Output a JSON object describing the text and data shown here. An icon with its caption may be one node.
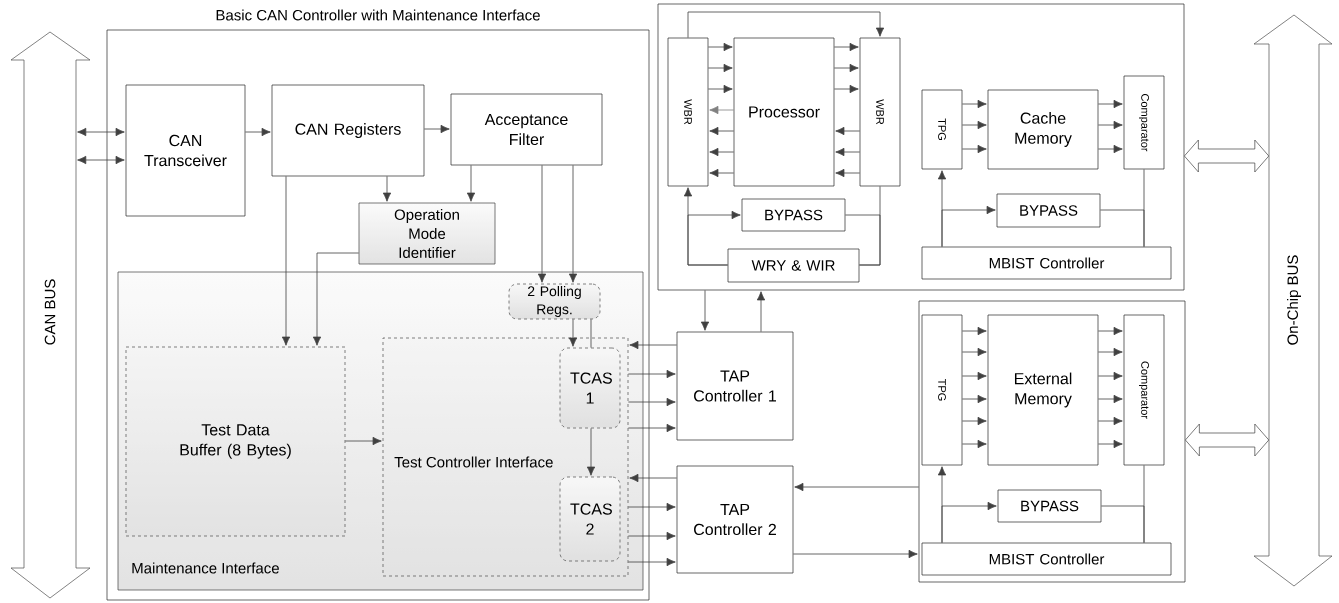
{
  "diagram": {
    "nodes": [
      {
        "text": [
          "CAN BUS"
        ]
      },
      {
        "text": [
          "Basic CAN Controller with Maintenance Interface"
        ]
      },
      {
        "text": [
          "CAN Transceiver"
        ],
        "in": 1
      },
      {
        "text": [
          "CAN Registers"
        ],
        "in": 1
      },
      {
        "text": [
          "Acceptance Filter"
        ],
        "in": 1
      },
      {
        "text": [
          "Operation Mode Identifier"
        ],
        "in": 1
      },
      {
        "text": [
          "Maintenance Interface"
        ],
        "in": 1
      },
      {
        "text": [
          "2 Polling Regs."
        ],
        "in": 6
      },
      {
        "text": [
          "Test Data Buffer (8 Bytes)"
        ],
        "in": 6
      },
      {
        "text": [
          "Test Controller Interface"
        ],
        "in": 6
      },
      {
        "text": [
          "TCAS 1"
        ],
        "in": 9
      },
      {
        "text": [
          "TCAS 2"
        ],
        "in": 9
      },
      {
        "text": [],
        "shape": "box"
      },
      {
        "text": [
          "WBR"
        ],
        "in": 12
      },
      {
        "text": [
          "Processor"
        ],
        "in": 12
      },
      {
        "text": [
          "WBR"
        ],
        "in": 12
      },
      {
        "text": [
          "BYPASS"
        ],
        "in": 12
      },
      {
        "text": [
          "WRY & WIR"
        ],
        "in": 12
      },
      {
        "text": [
          "TPG"
        ],
        "in": 12
      },
      {
        "text": [
          "Cache Memory"
        ],
        "in": 12
      },
      {
        "text": [
          "Comparator"
        ],
        "in": 12
      },
      {
        "text": [
          "BYPASS"
        ],
        "in": 12
      },
      {
        "text": [
          "MBIST Controller"
        ],
        "in": 12
      },
      {
        "text": [
          "TAP Controller 1"
        ]
      },
      {
        "text": [
          "TAP Controller 2"
        ]
      },
      {
        "text": [],
        "shape": "box"
      },
      {
        "text": [
          "TPG"
        ],
        "in": 25
      },
      {
        "text": [
          "External Memory"
        ],
        "in": 25
      },
      {
        "text": [
          "Comparator"
        ],
        "in": 25
      },
      {
        "text": [
          "BYPASS"
        ],
        "in": 25
      },
      {
        "text": [
          "MBIST Controller"
        ],
        "in": 25
      },
      {
        "text": [
          "On-Chip BUS"
        ]
      }
    ],
    "edges": [
      {
        "from": 0,
        "to": 2,
        "arrow": "both"
      },
      {
        "from": 0,
        "to": 2,
        "arrow": "both"
      },
      {
        "from": 2,
        "to": 3,
        "arrow": "to"
      },
      {
        "from": 3,
        "to": 4,
        "arrow": "to"
      },
      {
        "from": 3,
        "to": 5,
        "arrow": "to"
      },
      {
        "from": 4,
        "to": 5,
        "arrow": "to"
      },
      {
        "from": 3,
        "to": 8,
        "arrow": "to"
      },
      {
        "from": 5,
        "to": 8,
        "arrow": "to"
      },
      {
        "from": 4,
        "to": 7,
        "arrow": "to"
      },
      {
        "from": 4,
        "to": 7,
        "arrow": "to"
      },
      {
        "from": 7,
        "to": 10,
        "arrow": "to"
      },
      {
        "from": 7,
        "to": 10,
        "arrow": "none"
      },
      {
        "from": 8,
        "to": 9,
        "arrow": "to"
      },
      {
        "from": 10,
        "to": 11,
        "arrow": "to"
      },
      {
        "from": 23,
        "to": 9,
        "arrow": "to"
      },
      {
        "from": 9,
        "to": 23,
        "arrow": "to"
      },
      {
        "from": 9,
        "to": 23,
        "arrow": "to"
      },
      {
        "from": 9,
        "to": 23,
        "arrow": "to"
      },
      {
        "from": 24,
        "to": 9,
        "arrow": "to"
      },
      {
        "from": 9,
        "to": 24,
        "arrow": "to"
      },
      {
        "from": 9,
        "to": 24,
        "arrow": "to"
      },
      {
        "from": 9,
        "to": 24,
        "arrow": "to"
      },
      {
        "from": 12,
        "to": 23,
        "arrow": "to"
      },
      {
        "from": 23,
        "to": 12,
        "arrow": "to"
      },
      {
        "from": 25,
        "to": 24,
        "arrow": "to"
      },
      {
        "from": 24,
        "to": 25,
        "arrow": "to"
      },
      {
        "from": 13,
        "to": 15,
        "arrow": "to"
      },
      {
        "from": 13,
        "to": 14,
        "arrow": "to"
      },
      {
        "from": 13,
        "to": 14,
        "arrow": "to"
      },
      {
        "from": 13,
        "to": 14,
        "arrow": "to"
      },
      {
        "from": 14,
        "to": 13,
        "arrow": "to",
        "color": "#808080"
      },
      {
        "from": 14,
        "to": 13,
        "arrow": "to"
      },
      {
        "from": 14,
        "to": 13,
        "arrow": "to"
      },
      {
        "from": 14,
        "to": 13,
        "arrow": "to"
      },
      {
        "from": 14,
        "to": 15,
        "arrow": "to"
      },
      {
        "from": 14,
        "to": 15,
        "arrow": "to"
      },
      {
        "from": 14,
        "to": 15,
        "arrow": "to"
      },
      {
        "from": 15,
        "to": 14,
        "arrow": "to"
      },
      {
        "from": 15,
        "to": 14,
        "arrow": "to"
      },
      {
        "from": 15,
        "to": 14,
        "arrow": "to"
      },
      {
        "from": 17,
        "to": 13,
        "arrow": "to"
      },
      {
        "from": 17,
        "to": 16,
        "arrow": "to"
      },
      {
        "from": 15,
        "to": 17,
        "arrow": "none"
      },
      {
        "from": 16,
        "to": 17,
        "arrow": "none"
      },
      {
        "from": 22,
        "to": 18,
        "arrow": "to"
      },
      {
        "from": 22,
        "to": 21,
        "arrow": "to"
      },
      {
        "from": 20,
        "to": 22,
        "arrow": "none"
      },
      {
        "from": 21,
        "to": 22,
        "arrow": "none"
      },
      {
        "from": 18,
        "to": 19,
        "arrow": "to"
      },
      {
        "from": 18,
        "to": 19,
        "arrow": "to"
      },
      {
        "from": 18,
        "to": 19,
        "arrow": "to"
      },
      {
        "from": 19,
        "to": 20,
        "arrow": "to"
      },
      {
        "from": 19,
        "to": 20,
        "arrow": "to"
      },
      {
        "from": 19,
        "to": 20,
        "arrow": "to"
      },
      {
        "from": 26,
        "to": 27,
        "arrow": "to"
      },
      {
        "from": 26,
        "to": 27,
        "arrow": "to"
      },
      {
        "from": 26,
        "to": 27,
        "arrow": "to"
      },
      {
        "from": 26,
        "to": 27,
        "arrow": "to"
      },
      {
        "from": 26,
        "to": 27,
        "arrow": "to"
      },
      {
        "from": 26,
        "to": 27,
        "arrow": "to"
      },
      {
        "from": 27,
        "to": 28,
        "arrow": "to"
      },
      {
        "from": 27,
        "to": 28,
        "arrow": "to"
      },
      {
        "from": 27,
        "to": 28,
        "arrow": "to"
      },
      {
        "from": 27,
        "to": 28,
        "arrow": "to"
      },
      {
        "from": 27,
        "to": 28,
        "arrow": "to"
      },
      {
        "from": 27,
        "to": 28,
        "arrow": "to"
      },
      {
        "from": 30,
        "to": 26,
        "arrow": "to"
      },
      {
        "from": 30,
        "to": 29,
        "arrow": "to"
      },
      {
        "from": 28,
        "to": 30,
        "arrow": "none"
      },
      {
        "from": 29,
        "to": 30,
        "arrow": "none"
      },
      {
        "from": 12,
        "to": 31,
        "arrow": "both",
        "style": "thick"
      },
      {
        "from": 25,
        "to": 31,
        "arrow": "both",
        "style": "thick"
      }
    ]
  }
}
